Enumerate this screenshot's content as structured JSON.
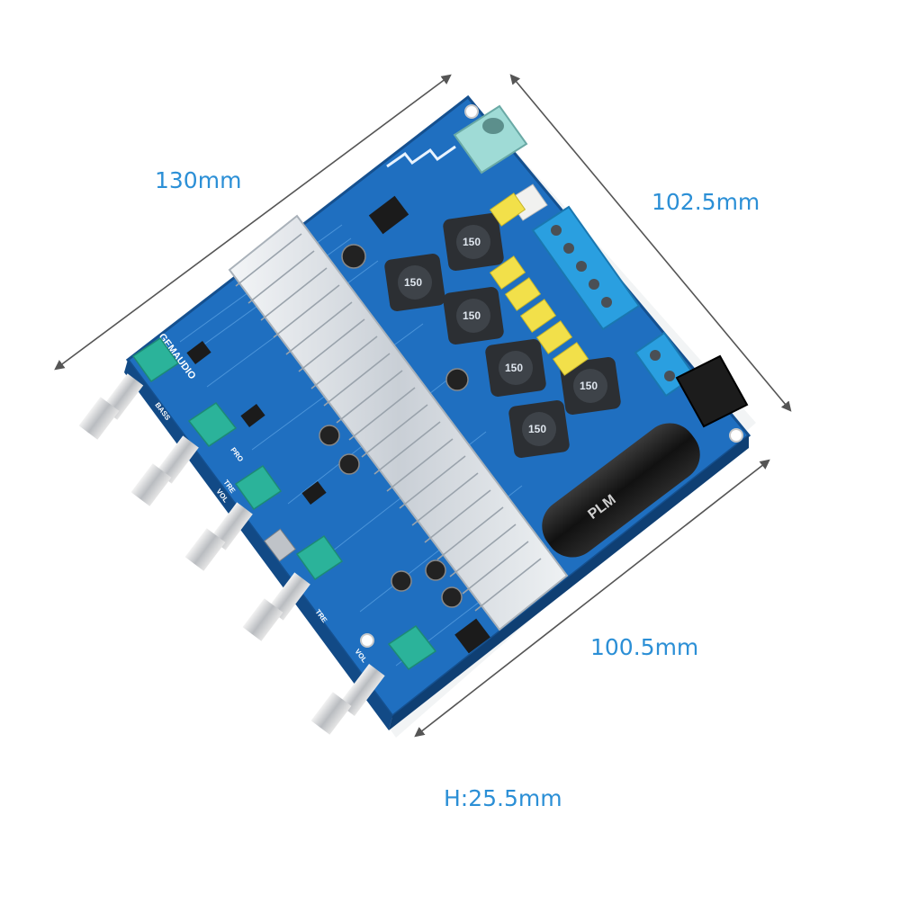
{
  "dimensions": {
    "width": "130mm",
    "depth": "102.5mm",
    "bottom": "100.5mm",
    "height": "H:25.5mm"
  },
  "board": {
    "brand": "GEMAUDIO",
    "knob_labels": [
      "BASS",
      "PRO",
      "TRE",
      "VOL",
      "TRE",
      "VOL"
    ],
    "inductor_value": "150",
    "capacitor_brand": "PLM"
  },
  "colors": {
    "label": "#2b8fd6",
    "pcb": "#1f6fc0",
    "heatsink": "#d6dbe0",
    "terminal": "#2a9fe0",
    "knob_base": "#2bb39a",
    "capacitor_yellow": "#f2e04a"
  }
}
